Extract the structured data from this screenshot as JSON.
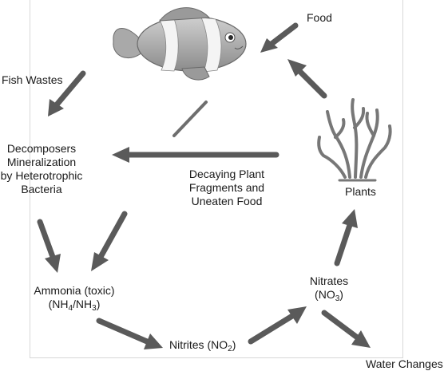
{
  "labels": {
    "food": "Food",
    "fish_wastes": "Fish Wastes",
    "decomposers": [
      "Decomposers",
      "Mineralization",
      "by Heterotrophic",
      "Bacteria"
    ],
    "decaying": [
      "Decaying Plant",
      "Fragments and",
      "Uneaten Food"
    ],
    "plants": "Plants",
    "ammonia_line1": "Ammonia (toxic)",
    "ammonia_nh4": "(NH",
    "ammonia_sub4": "4",
    "ammonia_nh3": "/NH",
    "ammonia_sub3": "3",
    "ammonia_close": ")",
    "nitrites": "Nitrites (NO",
    "nitrites_sub": "2",
    "nitrites_close": ")",
    "nitrates_line1": "Nitrates",
    "nitrates_open": "(NO",
    "nitrates_sub": "3",
    "nitrates_close": ")",
    "water_changes": "Water Changes"
  },
  "illustrations": {
    "fish": "clownfish-illustration",
    "plant": "aquatic-plant-illustration"
  },
  "colors": {
    "arrow": "#5a5a5a",
    "pencil": "#6e6e6e",
    "text": "#1a1a1a"
  }
}
